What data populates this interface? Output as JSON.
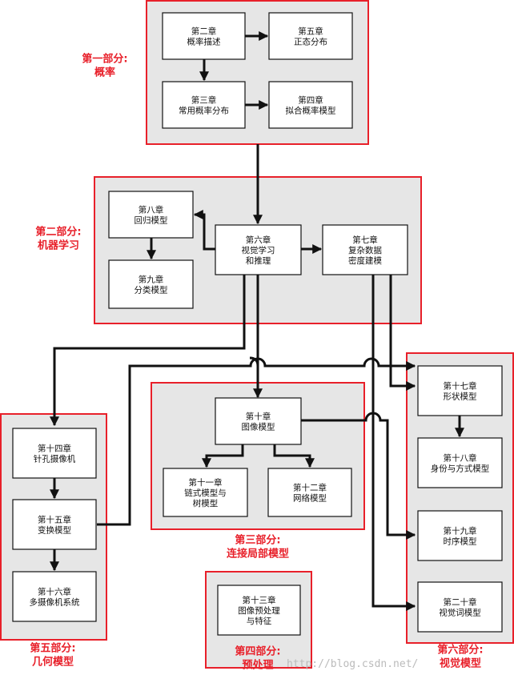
{
  "parts": {
    "p1": {
      "lines": [
        "第一部分:",
        "概率"
      ]
    },
    "p2": {
      "lines": [
        "第二部分:",
        "机器学习"
      ]
    },
    "p3": {
      "lines": [
        "第三部分:",
        "连接局部模型"
      ]
    },
    "p4": {
      "lines": [
        "第四部分:",
        "预处理"
      ]
    },
    "p5": {
      "lines": [
        "第五部分:",
        "几何模型"
      ]
    },
    "p6": {
      "lines": [
        "第六部分:",
        "视觉模型"
      ]
    }
  },
  "chapters": {
    "c2": {
      "lines": [
        "第二章",
        "概率描述"
      ]
    },
    "c3": {
      "lines": [
        "第三章",
        "常用概率分布"
      ]
    },
    "c4": {
      "lines": [
        "第四章",
        "拟合概率模型"
      ]
    },
    "c5": {
      "lines": [
        "第五章",
        "正态分布"
      ]
    },
    "c6": {
      "lines": [
        "第六章",
        "视觉学习",
        "和推理"
      ]
    },
    "c7": {
      "lines": [
        "第七章",
        "复杂数据",
        "密度建模"
      ]
    },
    "c8": {
      "lines": [
        "第八章",
        "回归模型"
      ]
    },
    "c9": {
      "lines": [
        "第九章",
        "分类模型"
      ]
    },
    "c10": {
      "lines": [
        "第十章",
        "图像模型"
      ]
    },
    "c11": {
      "lines": [
        "第十一章",
        "链式模型与",
        "树模型"
      ]
    },
    "c12": {
      "lines": [
        "第十二章",
        "网络模型"
      ]
    },
    "c13": {
      "lines": [
        "第十三章",
        "图像预处理",
        "与特征"
      ]
    },
    "c14": {
      "lines": [
        "第十四章",
        "针孔摄像机"
      ]
    },
    "c15": {
      "lines": [
        "第十五章",
        "变换模型"
      ]
    },
    "c16": {
      "lines": [
        "第十六章",
        "多摄像机系统"
      ]
    },
    "c17": {
      "lines": [
        "第十七章",
        "形状模型"
      ]
    },
    "c18": {
      "lines": [
        "第十八章",
        "身份与方式模型"
      ]
    },
    "c19": {
      "lines": [
        "第十九章",
        "时序模型"
      ]
    },
    "c20": {
      "lines": [
        "第二十章",
        "视觉词模型"
      ]
    }
  },
  "watermark": "http://blog.csdn.net/",
  "colors": {
    "part_border": "#e8202a",
    "part_fill": "#e6e6e6",
    "edge": "#111111"
  }
}
